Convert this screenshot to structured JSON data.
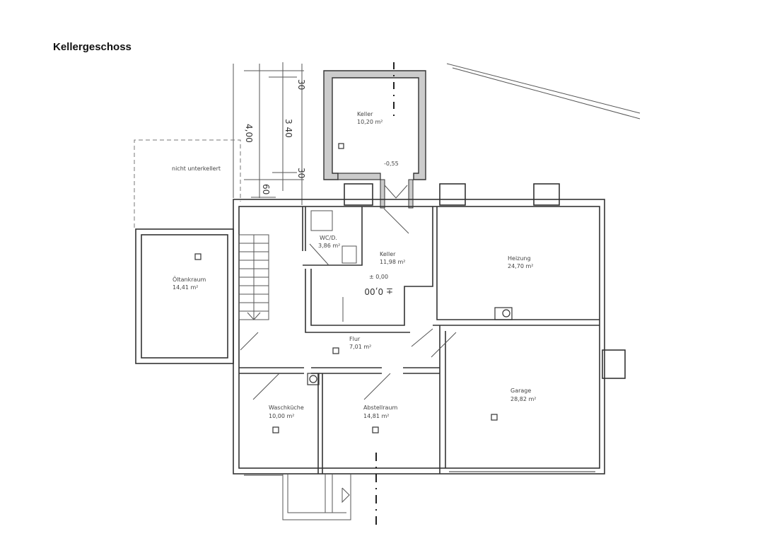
{
  "title": "Kellergeschoss",
  "dimensions": {
    "d30_top": "30",
    "d340": "3 40",
    "d30_bottom": "30",
    "d400": "4,00",
    "d60": "60"
  },
  "annotations": {
    "not_basement": "nicht unterkellert",
    "level_keller_top": "-0,55",
    "level_zero": "± 0,00",
    "level_zero_large": "± 0,00"
  },
  "rooms": [
    {
      "name": "Keller",
      "area": "10,20 m²"
    },
    {
      "name": "WC/D.",
      "area": "3,86 m²"
    },
    {
      "name": "Keller",
      "area": "11,98 m²"
    },
    {
      "name": "Öltankraum",
      "area": "14,41 m²"
    },
    {
      "name": "Heizung",
      "area": "24,70 m²"
    },
    {
      "name": "Flur",
      "area": "7,01 m²"
    },
    {
      "name": "Garage",
      "area": "28,82 m²"
    },
    {
      "name": "Waschküche",
      "area": "10,00 m²"
    },
    {
      "name": "Abstellraum",
      "area": "14,81 m²"
    }
  ]
}
